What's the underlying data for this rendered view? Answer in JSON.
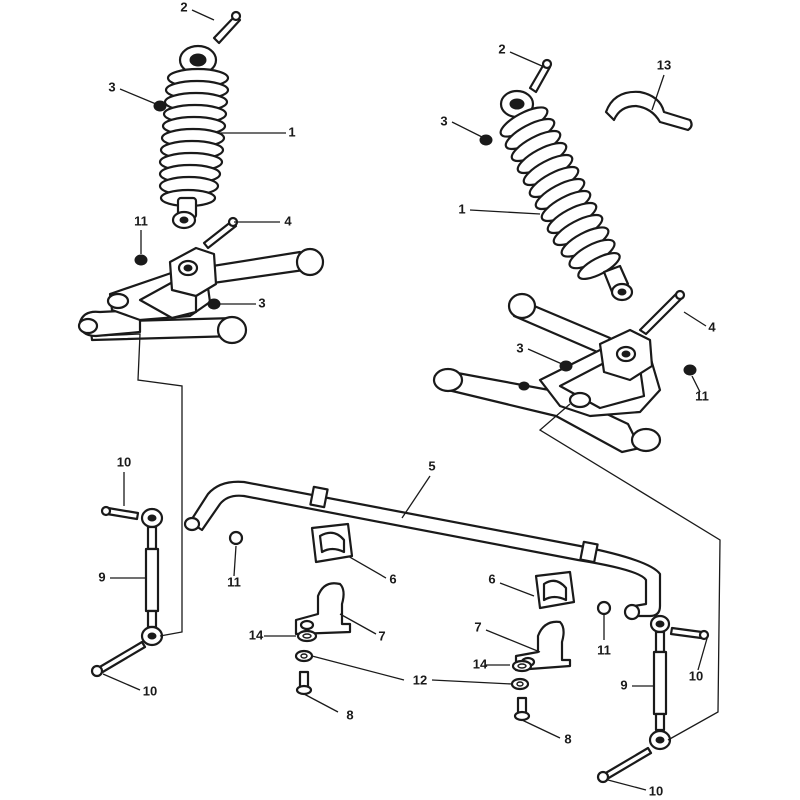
{
  "callouts": [
    {
      "id": "c2a",
      "text": "2"
    },
    {
      "id": "c3a",
      "text": "3"
    },
    {
      "id": "c1a",
      "text": "1"
    },
    {
      "id": "c11a",
      "text": "11"
    },
    {
      "id": "c4a",
      "text": "4"
    },
    {
      "id": "c3b",
      "text": "3"
    },
    {
      "id": "c2b",
      "text": "2"
    },
    {
      "id": "c13",
      "text": "13"
    },
    {
      "id": "c3c",
      "text": "3"
    },
    {
      "id": "c1b",
      "text": "1"
    },
    {
      "id": "c4b",
      "text": "4"
    },
    {
      "id": "c3d",
      "text": "3"
    },
    {
      "id": "c11b",
      "text": "11"
    },
    {
      "id": "c5",
      "text": "5"
    },
    {
      "id": "c10a",
      "text": "10"
    },
    {
      "id": "c9a",
      "text": "9"
    },
    {
      "id": "c11c",
      "text": "11"
    },
    {
      "id": "c6a",
      "text": "6"
    },
    {
      "id": "c6b",
      "text": "6"
    },
    {
      "id": "c7a",
      "text": "7"
    },
    {
      "id": "c7b",
      "text": "7"
    },
    {
      "id": "c14a",
      "text": "14"
    },
    {
      "id": "c14b",
      "text": "14"
    },
    {
      "id": "c12",
      "text": "12"
    },
    {
      "id": "c8a",
      "text": "8"
    },
    {
      "id": "c8b",
      "text": "8"
    },
    {
      "id": "c11d",
      "text": "11"
    },
    {
      "id": "c10b",
      "text": "10"
    },
    {
      "id": "c9b",
      "text": "9"
    },
    {
      "id": "c10c",
      "text": "10"
    },
    {
      "id": "c10d",
      "text": "10"
    }
  ]
}
